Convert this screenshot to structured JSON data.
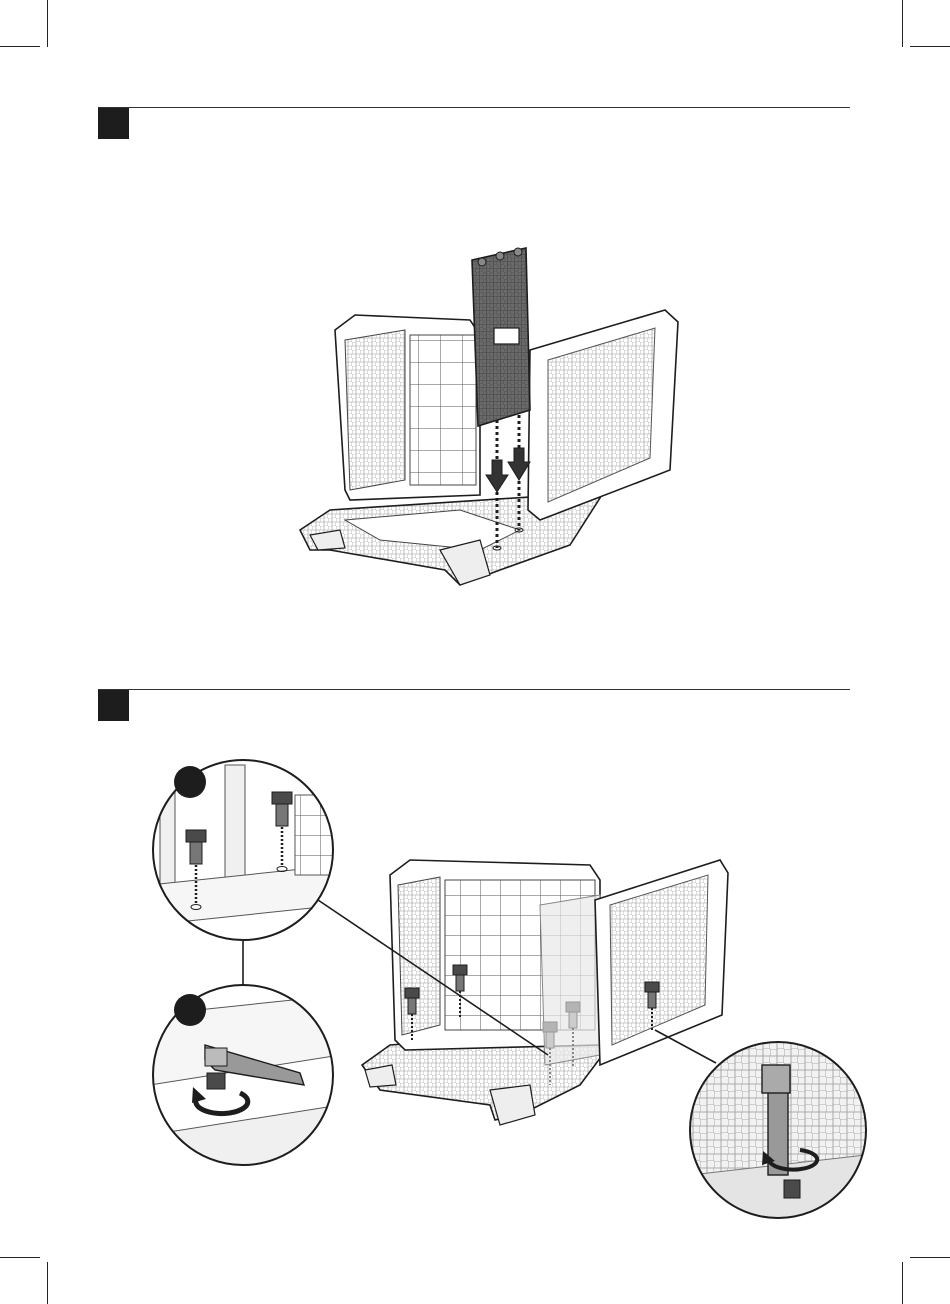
{
  "page": {
    "steps": [
      {
        "id": "step-a",
        "label": ""
      },
      {
        "id": "step-b",
        "label": ""
      }
    ],
    "callouts": [
      {
        "id": "detail-1",
        "label": ""
      },
      {
        "id": "detail-2",
        "label": ""
      }
    ],
    "part_tag": ""
  },
  "colors": {
    "ink": "#1d1d1d",
    "panel_dark": "#6a6a6a",
    "screw_dark": "#4a4a4a",
    "screw_ghost": "#b4b4b4",
    "paper": "#ffffff"
  },
  "icons": {
    "down_arrow": "down-arrow-icon",
    "rotate_arrow": "rotate-arrow-icon"
  }
}
